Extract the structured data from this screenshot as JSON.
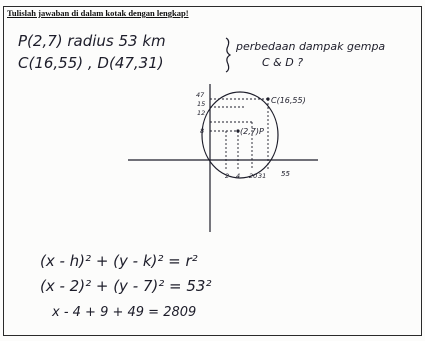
{
  "document": {
    "instruction": "Tulislah jawaban di dalam kotak dengan lengkap!"
  },
  "handwriting": {
    "given_line1": "P(2,7) radius 53 km",
    "given_line2": "C(16,55) , D(47,31)",
    "question_line1": "perbedaan dampak gempa",
    "question_line2": "C & D ?",
    "point_c_label": "C(16,55)",
    "point_p_label": "(2,7)P",
    "y_ticks": [
      "47",
      "15",
      "12",
      "8"
    ],
    "x_ticks": [
      "2",
      "4",
      "20",
      "55"
    ],
    "x_tick_extra": "31",
    "eq1": "(x - h)² + (y - k)² = r²",
    "eq2": "(x - 2)² + (y - 7)² = 53²",
    "eq3": "x - 4 + 9 + 49 = 2809"
  }
}
